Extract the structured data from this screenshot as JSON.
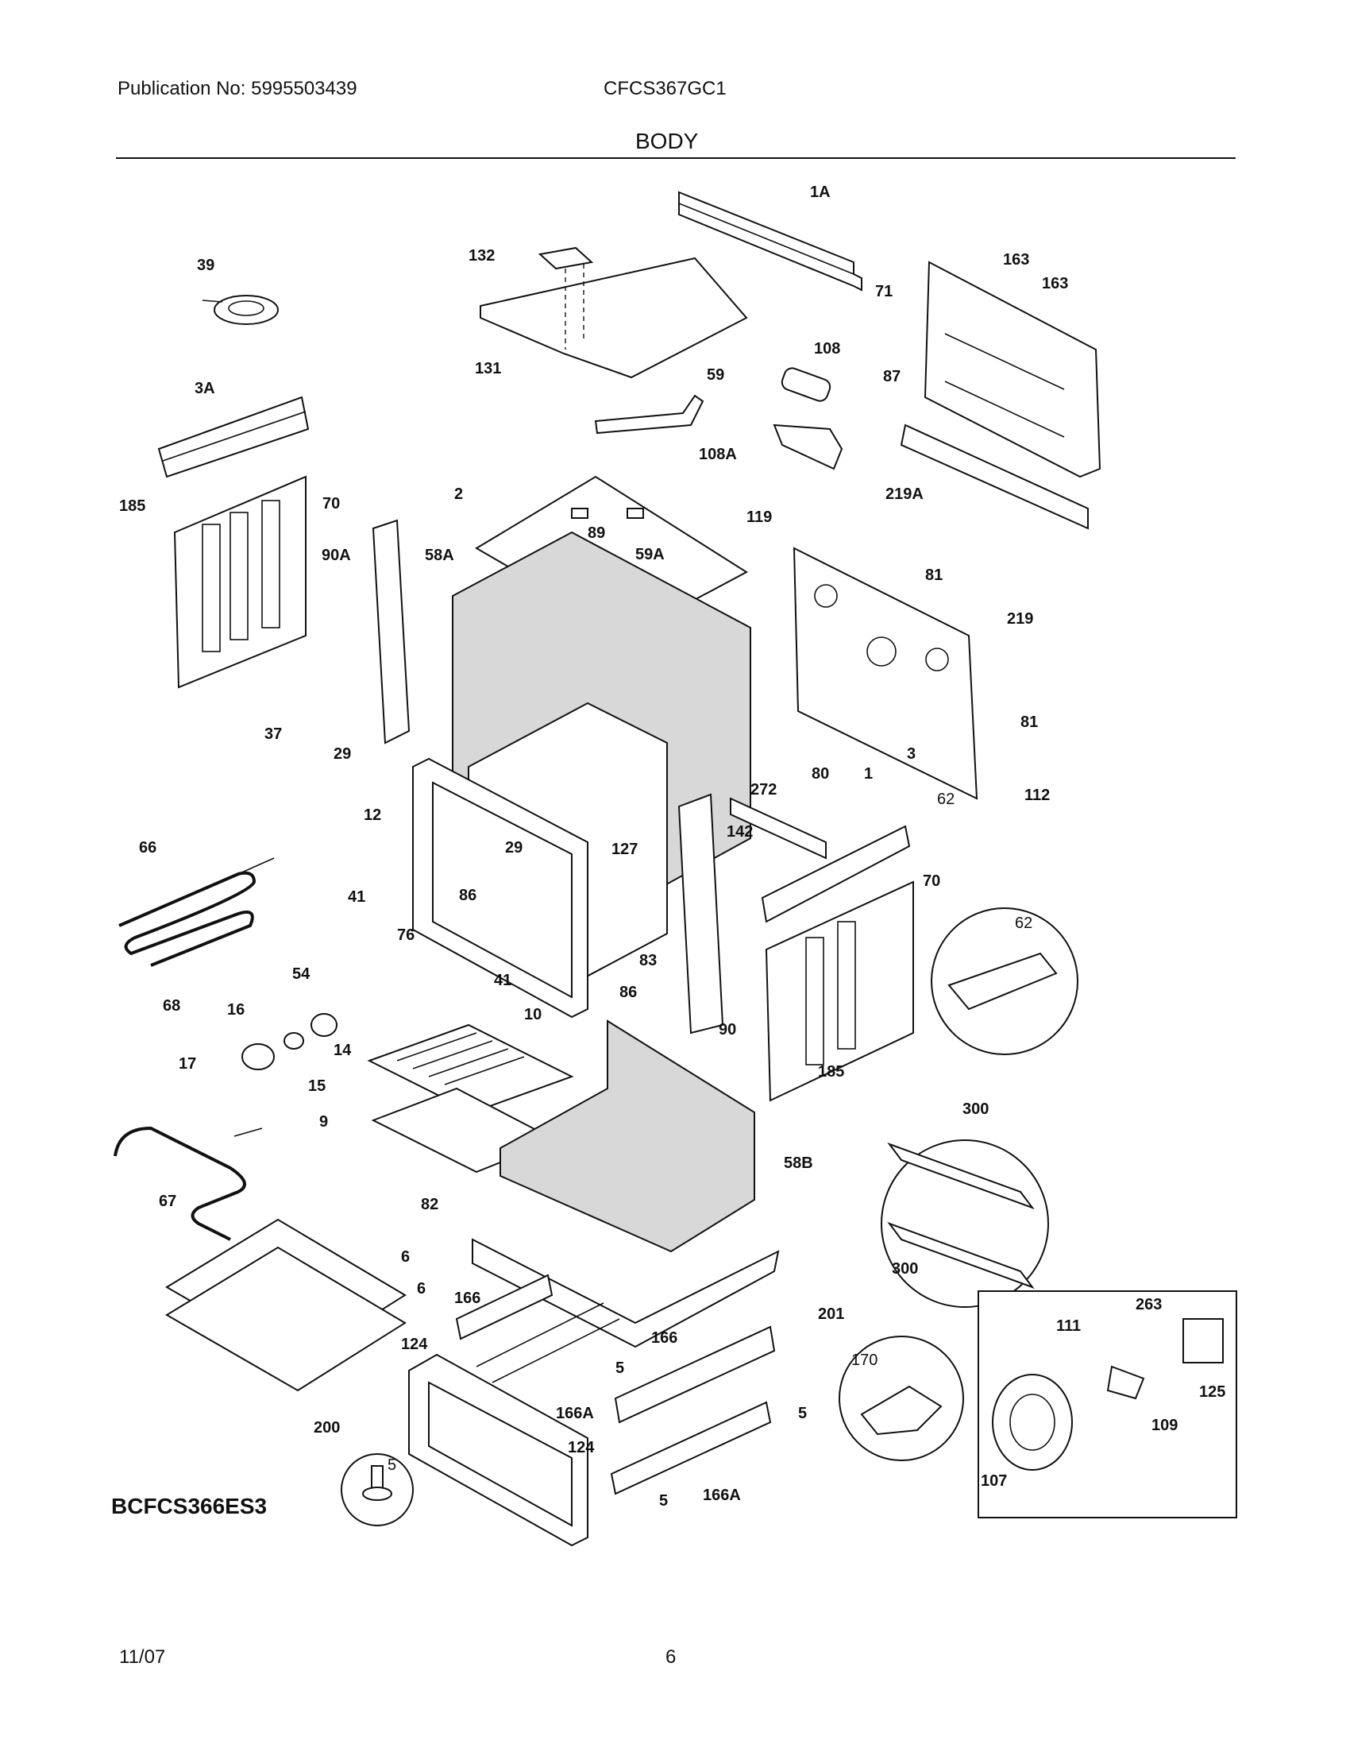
{
  "header": {
    "publication": "Publication No: 5995503439",
    "model": "CFCS367GC1",
    "section": "BODY"
  },
  "diagram": {
    "reference_model": "BCFCS366ES3",
    "part_labels": [
      "1A",
      "132",
      "131",
      "59",
      "108",
      "108A",
      "163",
      "163",
      "71",
      "87",
      "39",
      "3A",
      "185",
      "70",
      "2",
      "89",
      "59A",
      "58A",
      "90A",
      "119",
      "219A",
      "81",
      "219",
      "81",
      "37",
      "29",
      "12",
      "66",
      "29",
      "127",
      "41",
      "86",
      "76",
      "272",
      "80",
      "1",
      "112",
      "142",
      "3",
      "62",
      "70",
      "62",
      "83",
      "86",
      "41",
      "90",
      "54",
      "16",
      "14",
      "15",
      "17",
      "10",
      "9",
      "68",
      "185",
      "58B",
      "67",
      "300",
      "300",
      "82",
      "6",
      "6",
      "166",
      "124",
      "5",
      "166A",
      "200",
      "166",
      "201",
      "124",
      "5",
      "170",
      "263",
      "111",
      "125",
      "109",
      "107",
      "5",
      "166A",
      "5"
    ]
  },
  "footer": {
    "date": "11/07",
    "page": "6"
  }
}
